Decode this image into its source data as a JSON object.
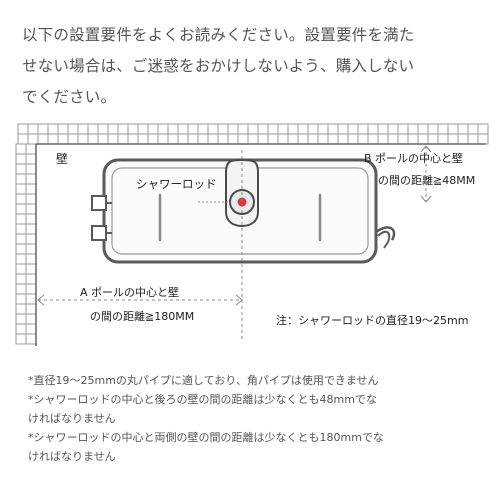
{
  "intro_lines": [
    "以下の設置要件をよくお読みください。設置要件を満た",
    "せない場合は、ご迷惑をおかけしないよう、購入しない",
    "でください。"
  ],
  "diagram": {
    "wall_label": "壁",
    "rod_label": "シャワーロッド",
    "b_line1": "B  ポールの中心と壁",
    "b_line2": "の間の距離≧48MM",
    "a_line1": "A  ポールの中心と壁",
    "a_line2": "の間の距離≧180MM",
    "diameter_note": "注：シャワーロッドの直径19〜25mm",
    "accent_color": "#e0303a",
    "wall_tile_color": "#9a9a9a"
  },
  "notes": [
    "*直径19〜25mmの丸パイプに適しており、角パイプは使用できません",
    "*シャワーロッドの中心と後ろの壁の間の距離は少なくとも48mmでな",
    "ければなりません",
    "*シャワーロッドの中心と両側の壁の間の距離は少なくとも180mmでな",
    "ければなりません"
  ]
}
